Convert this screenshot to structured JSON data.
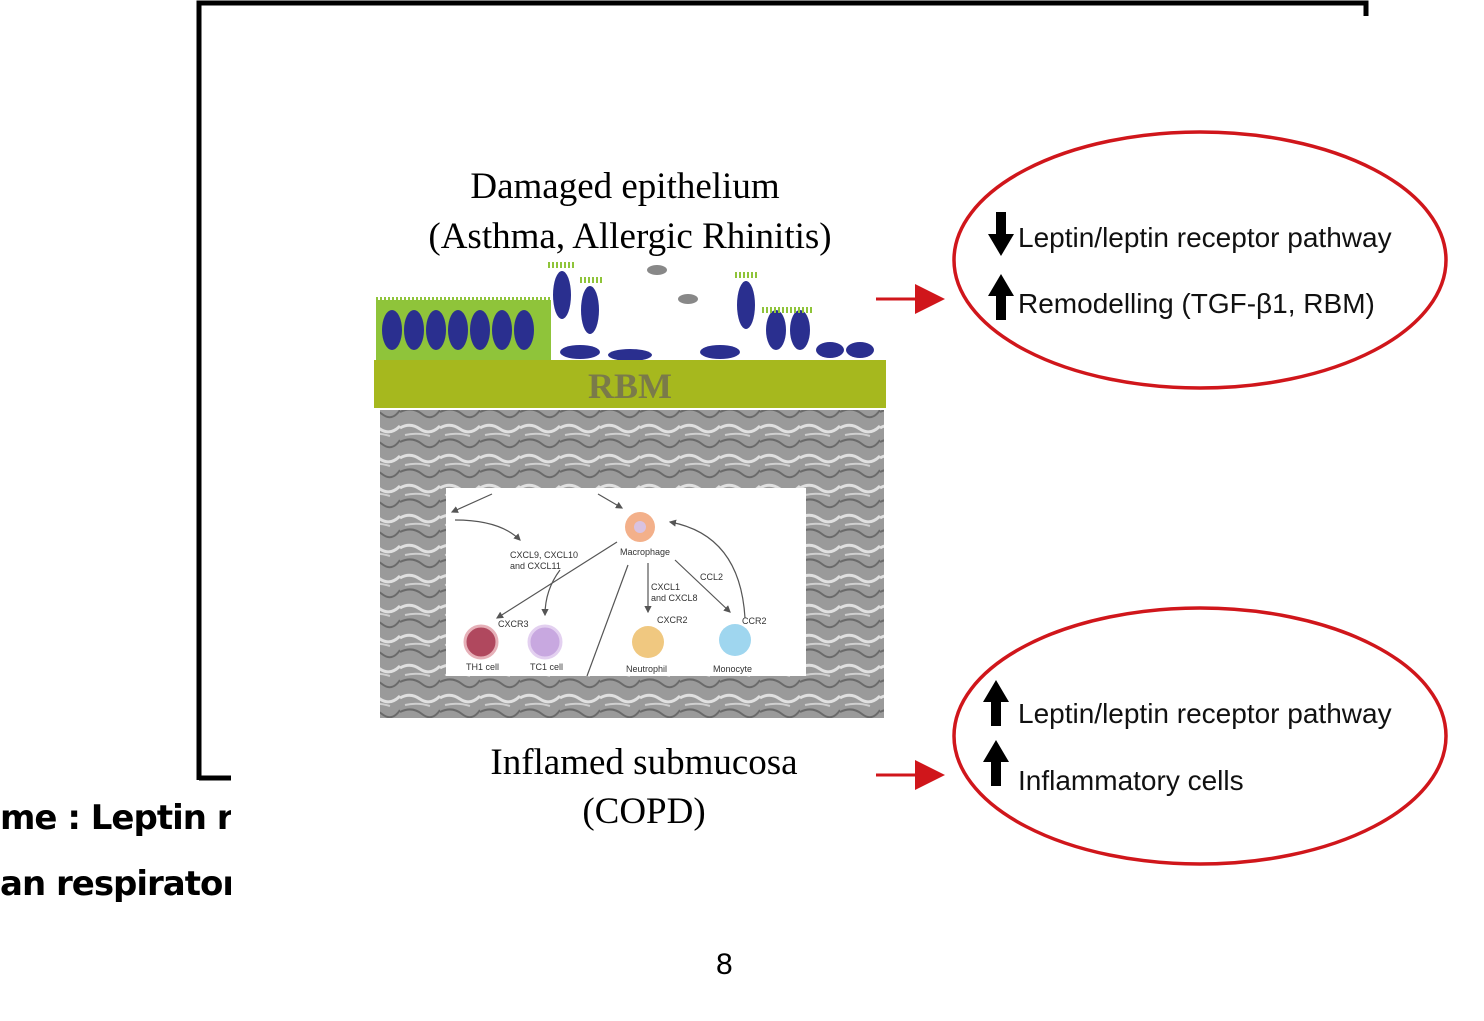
{
  "caption": {
    "line1": "me : Leptin r",
    "line2": "an respirator"
  },
  "page_number": "8",
  "diagram": {
    "top_label": [
      "Damaged epithelium",
      "(Asthma, Allergic Rhinitis)"
    ],
    "rbm_label": "RBM",
    "bottom_label": [
      "Inflamed submucosa",
      "(COPD)"
    ],
    "top_effects": [
      {
        "direction": "down",
        "text": "Leptin/leptin receptor pathway"
      },
      {
        "direction": "up",
        "text": "Remodelling (TGF-β1, RBM)"
      }
    ],
    "bottom_effects": [
      {
        "direction": "up",
        "text": "Leptin/leptin receptor pathway"
      },
      {
        "direction": "up",
        "text": "Inflammatory cells"
      }
    ],
    "inset": {
      "macrophage": "Macrophage",
      "chem1": [
        "CXCL9, CXCL10",
        "and CXCL11"
      ],
      "chem2": [
        "CXCL1",
        "and CXCL8"
      ],
      "ccl2": "CCL2",
      "cxcr3": "CXCR3",
      "cxcr2": "CXCR2",
      "ccr2": "CCR2",
      "cells": [
        "TH1 cell",
        "TC1 cell",
        "Neutrophil",
        "Monocyte"
      ]
    },
    "colors": {
      "ellipse": "#d0161b",
      "arrow": "#d0161b",
      "rbm": "#a6b81e",
      "epithelium": "#2a2f8f",
      "cilia": "#8fc43a"
    }
  }
}
